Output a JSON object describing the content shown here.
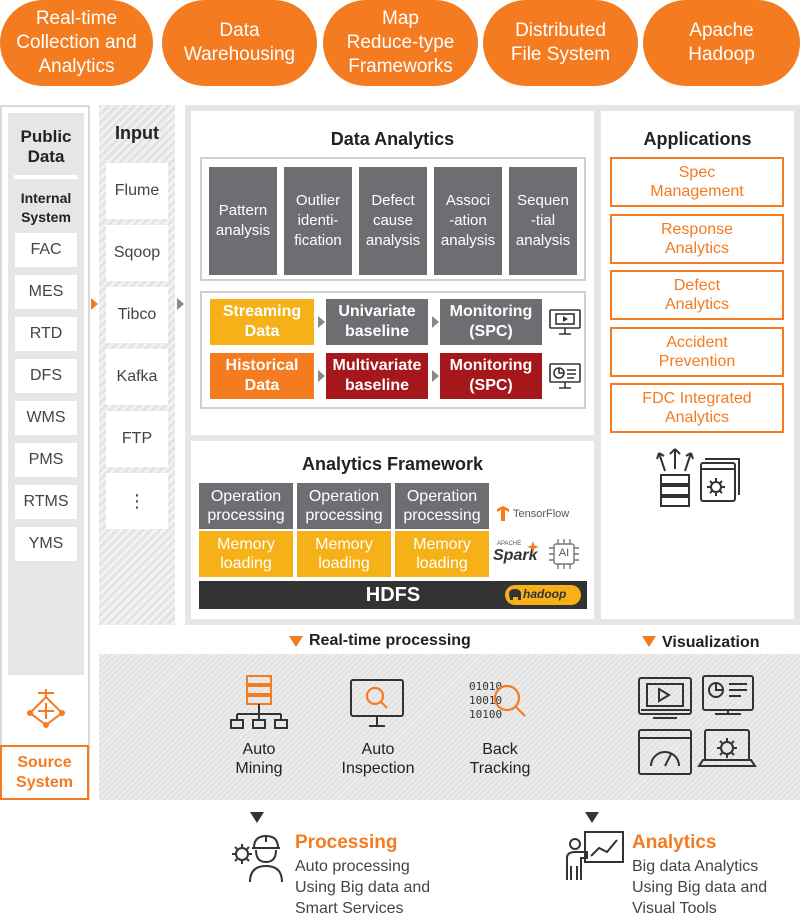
{
  "top_categories": [
    "Real-time\nCollection and\nAnalytics",
    "Data\nWarehousing",
    "Map\nReduce-type\nFrameworks",
    "Distributed\nFile System",
    "Apache\nHadoop"
  ],
  "public_data": {
    "title": "Public\nData",
    "internal_title": "Internal\nSystem",
    "systems": [
      "FAC",
      "MES",
      "RTD",
      "DFS",
      "WMS",
      "PMS",
      "RTMS",
      "YMS"
    ],
    "source_label": "Source\nSystem"
  },
  "input": {
    "title": "Input",
    "items": [
      "Flume",
      "Sqoop",
      "Tibco",
      "Kafka",
      "FTP"
    ],
    "more": "⋮"
  },
  "data_analytics": {
    "title": "Data Analytics",
    "steps": [
      "Pattern\nanalysis",
      "Outlier\nidenti-\nfication",
      "Defect\ncause\nanalysis",
      "Associ\n-ation\nanalysis",
      "Sequen\n-tial\nanalysis"
    ],
    "streaming": {
      "source": "Streaming\nData",
      "baseline": "Univariate\nbaseline",
      "monitor": "Monitoring\n(SPC)"
    },
    "historical": {
      "source": "Historical\nData",
      "baseline": "Multivariate\nbaseline",
      "monitor": "Monitoring\n(SPC)"
    }
  },
  "applications": {
    "title": "Applications",
    "items": [
      "Spec\nManagement",
      "Response\nAnalytics",
      "Defect\nAnalytics",
      "Accident\nPrevention",
      "FDC Integrated\nAnalytics"
    ]
  },
  "framework": {
    "title": "Analytics Framework",
    "operation": "Operation\nprocessing",
    "memory": "Memory\nloading",
    "hdfs": "HDFS",
    "tensorflow_label": "TensorFlow",
    "spark_label": "Spark",
    "apache_label": "APACHE",
    "ai_label": "AI",
    "hadoop_label": "hadoop"
  },
  "processing_labels": {
    "realtime": "Real-time processing",
    "visualization": "Visualization"
  },
  "tools": [
    "Auto\nMining",
    "Auto\nInspection",
    "Back\nTracking"
  ],
  "tracking_digits": "01010\n10010\n10100",
  "outcomes": {
    "processing": {
      "title": "Processing",
      "text": "Auto processing\nUsing Big data and\nSmart Services"
    },
    "analytics": {
      "title": "Analytics",
      "text": "Big data Analytics\nUsing Big data and\nVisual Tools"
    }
  },
  "colors": {
    "orange": "#f47b20",
    "yellow": "#f5b117",
    "darkred": "#a6171c",
    "grey": "#6d6e71",
    "dark": "#333333"
  }
}
